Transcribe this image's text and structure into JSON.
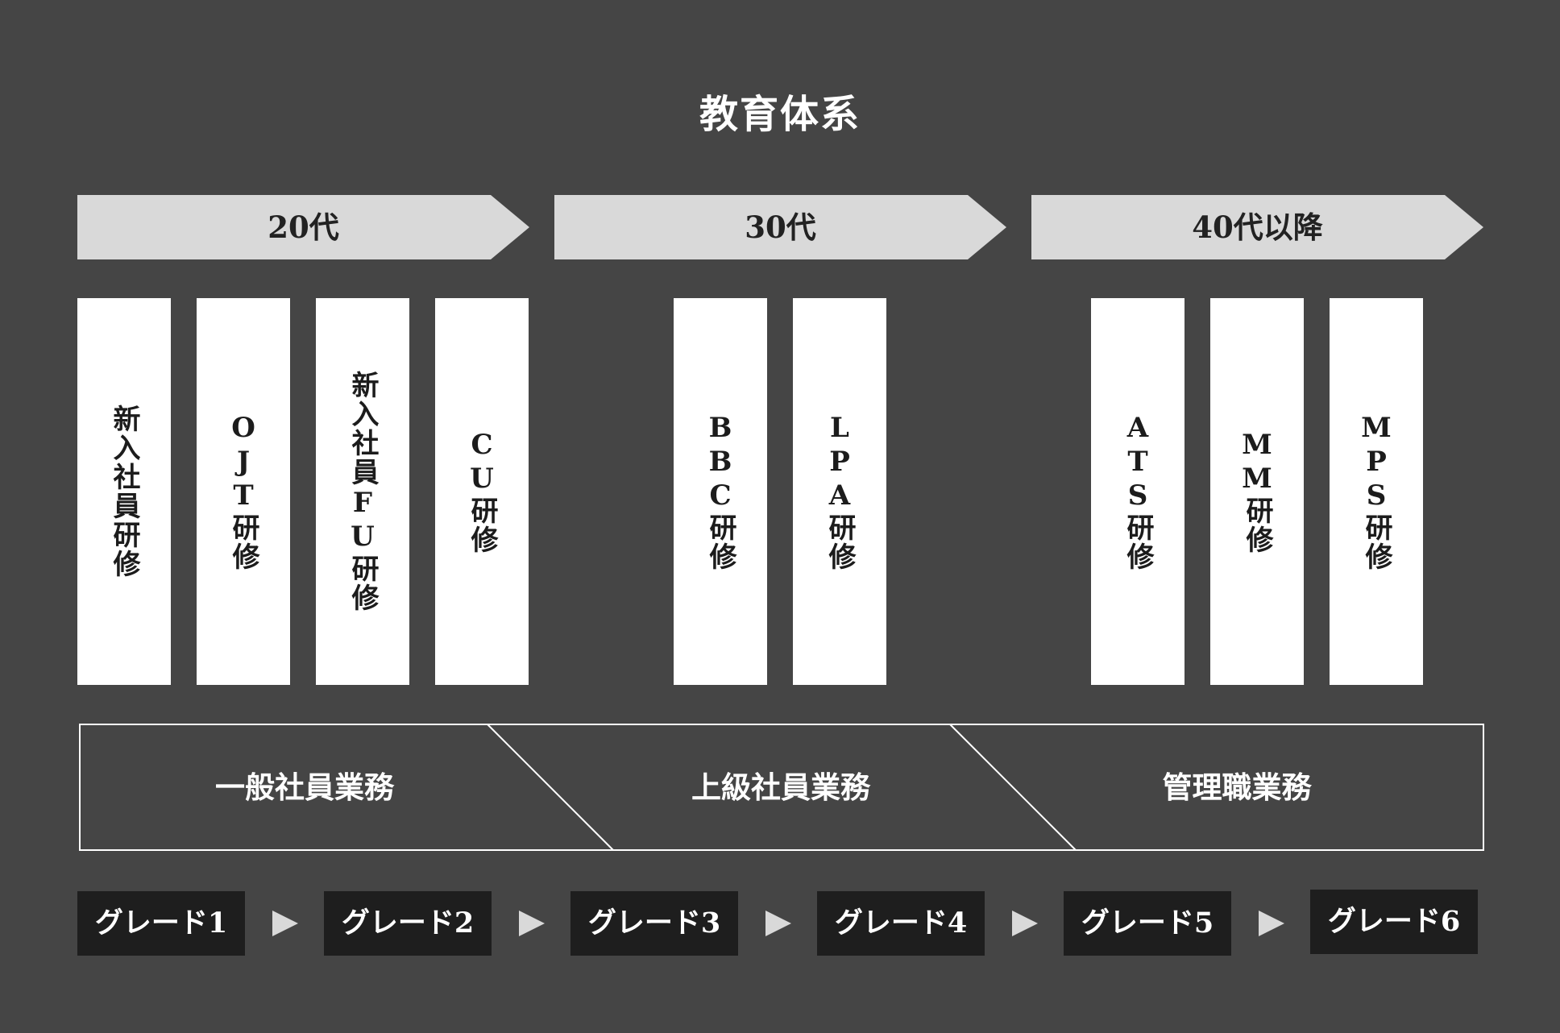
{
  "title": "教育体系",
  "ages": [
    {
      "label": "20代"
    },
    {
      "label": "30代"
    },
    {
      "label": "40代以降"
    }
  ],
  "courses": [
    {
      "label": "新入社員研修"
    },
    {
      "label": "OJT研修"
    },
    {
      "label": "新入社員FU研修"
    },
    {
      "label": "CU研修"
    },
    {
      "label": "BBC研修"
    },
    {
      "label": "LPA研修"
    },
    {
      "label": "ATS研修"
    },
    {
      "label": "MM研修"
    },
    {
      "label": "MPS研修"
    }
  ],
  "duties": [
    {
      "label": "一般社員業務"
    },
    {
      "label": "上級社員業務"
    },
    {
      "label": "管理職業務"
    }
  ],
  "grades": [
    {
      "label": "グレード1"
    },
    {
      "label": "グレード2"
    },
    {
      "label": "グレード3"
    },
    {
      "label": "グレード4"
    },
    {
      "label": "グレード5"
    },
    {
      "label": "グレード6"
    }
  ],
  "colors": {
    "background": "#454545",
    "age_arrow": "#d9d9d9",
    "course_box": "#ffffff",
    "grade_box": "#1e1e1e",
    "grade_arrow": "#d9d9d9"
  }
}
